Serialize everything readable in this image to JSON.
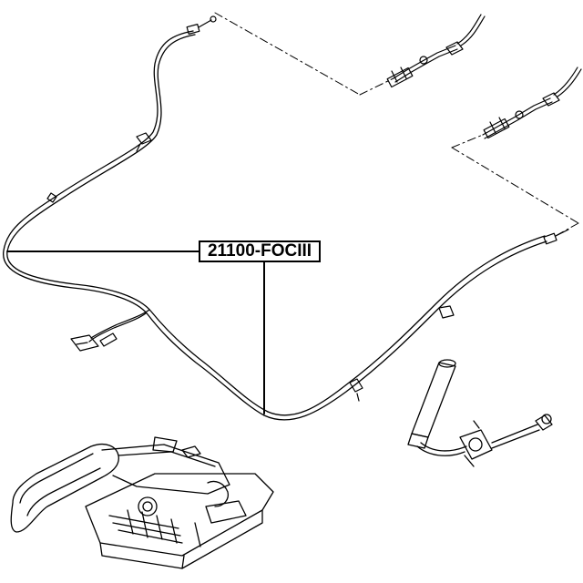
{
  "diagram": {
    "part_number_label": "21100-FOCIII"
  },
  "colors": {
    "line": "#000000",
    "background": "#ffffff"
  },
  "parts": [
    {
      "name": "parking-brake-cable-assembly"
    },
    {
      "name": "rear-cable-end-left"
    },
    {
      "name": "rear-cable-end-right"
    },
    {
      "name": "adjuster-rod-assembly"
    },
    {
      "name": "parking-brake-lever"
    }
  ]
}
